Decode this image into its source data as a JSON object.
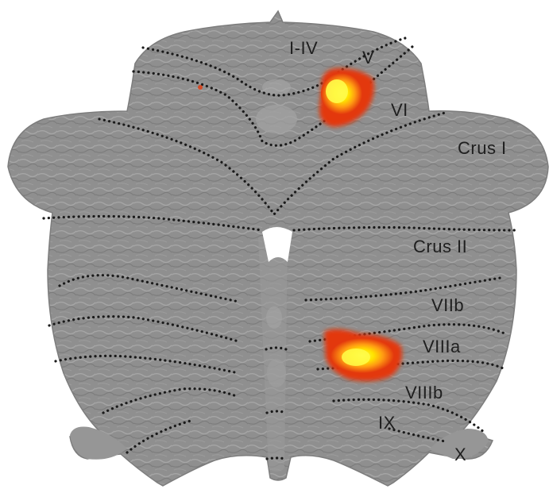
{
  "figure": {
    "colors": {
      "background": "#ffffff",
      "cortex": "#8f8f8f",
      "cortex_dark": "#6e6e6e",
      "cortex_light": "#b5b5b5",
      "fissure": "#1a1a1a",
      "activation_core": "#fff200",
      "activation_mid": "#ffa31a",
      "activation_edge": "#e8420f"
    },
    "labels": {
      "I_IV": "I-IV",
      "V": "V",
      "VI": "VI",
      "Crus_I": "Crus I",
      "Crus_II": "Crus II",
      "VIIb": "VIIb",
      "VIIIa": "VIIIa",
      "VIIIb": "VIIIb",
      "IX": "IX",
      "X": "X"
    },
    "activations": [
      {
        "lobules": "V / VI",
        "hemisphere": "right"
      },
      {
        "lobules": "VIIIa / VIIIb",
        "hemisphere": "right"
      }
    ]
  }
}
